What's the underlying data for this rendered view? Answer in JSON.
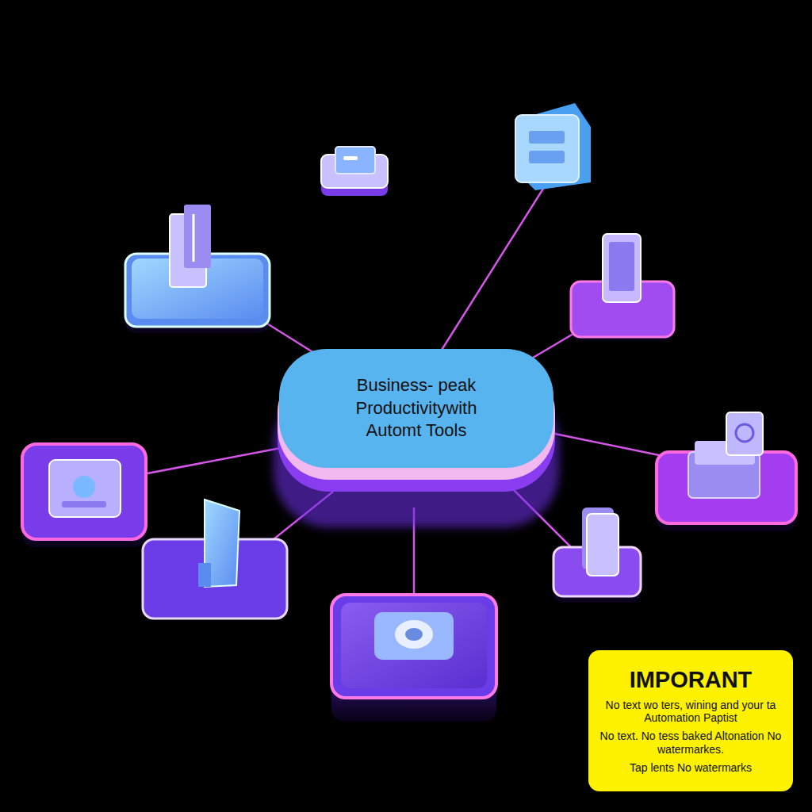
{
  "diagram": {
    "nodes": [
      {
        "text": [
          "Business- peak Productivitywith Automt Tools"
        ]
      },
      {
        "text": [
          "IMPORANT",
          "No text wo ters, wining and your ta Automation Paptist",
          "No text. No tess baked Altonation No watermarkes.",
          "Tap lents No watermarks"
        ]
      }
    ]
  }
}
